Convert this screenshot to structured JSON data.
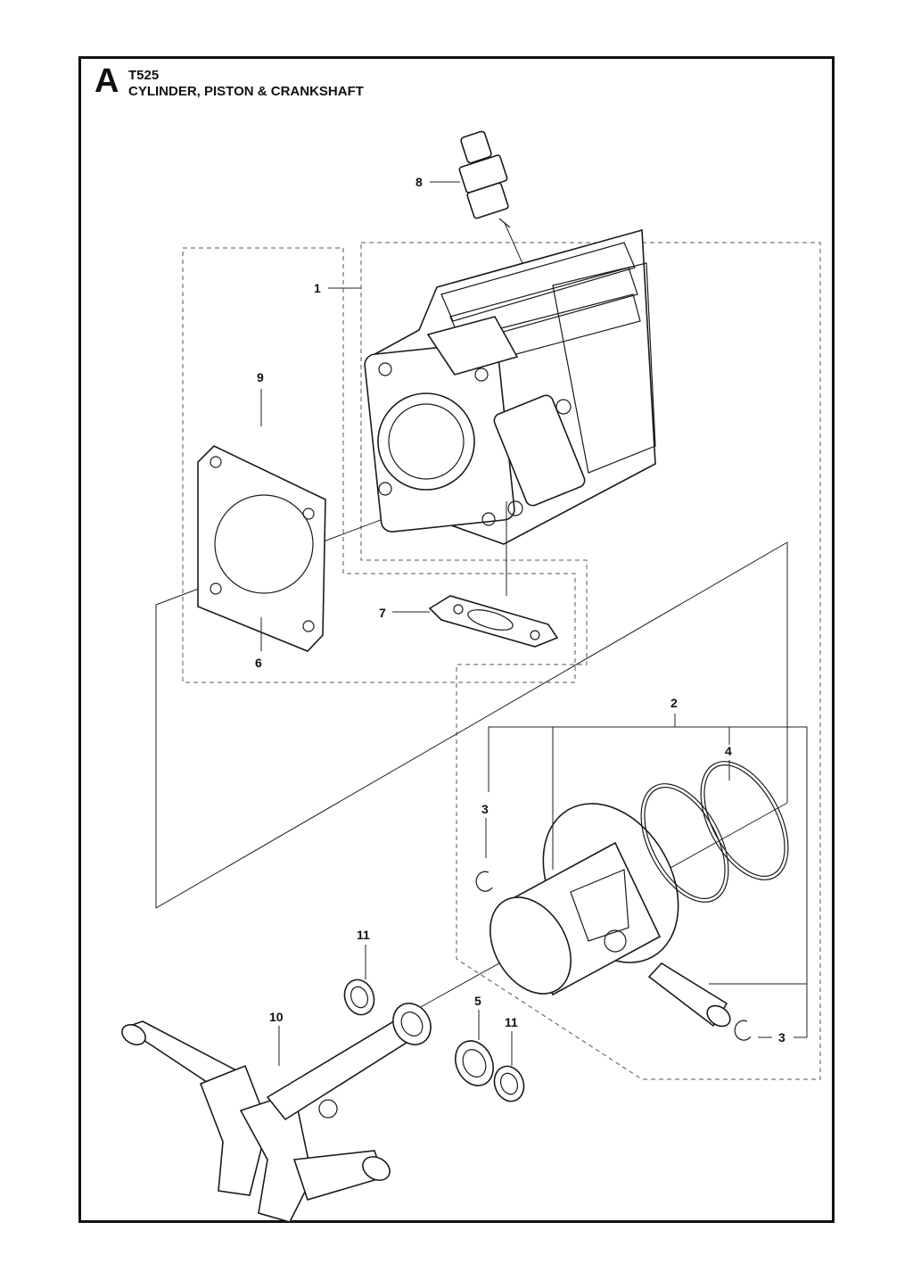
{
  "header": {
    "section_letter": "A",
    "model": "T525",
    "title": "CYLINDER, PISTON & CRANKSHAFT"
  },
  "callouts": {
    "c1": "1",
    "c2": "2",
    "c3a": "3",
    "c3b": "3",
    "c4": "4",
    "c5": "5",
    "c6": "6",
    "c7": "7",
    "c8": "8",
    "c9": "9",
    "c10": "10",
    "c11a": "11",
    "c11b": "11"
  }
}
